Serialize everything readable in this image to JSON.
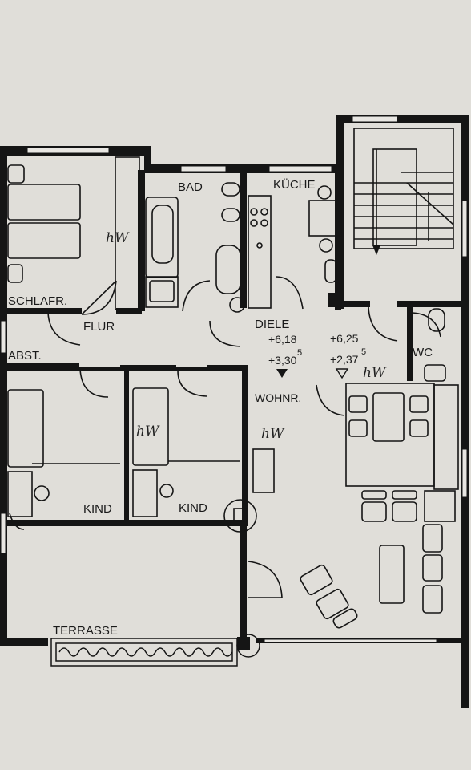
{
  "rooms": {
    "bad": "BAD",
    "kueche": "KÜCHE",
    "schlafr": "SCHLAFR.",
    "flur": "FLUR",
    "abst": "ABST.",
    "diele": "DIELE",
    "wc": "WC",
    "wohnr": "WOHNR.",
    "kind_1": "KIND",
    "kind_2": "KIND",
    "terrasse": "TERRASSE"
  },
  "levels": {
    "diele_top": "+6,18",
    "diele_bottom": "+3,30",
    "diele_bottom_sup": "5",
    "right_top": "+6,25",
    "right_bottom": "+2,37",
    "right_bottom_sup": "5"
  },
  "annotations": {
    "hw_mark": "hW"
  }
}
